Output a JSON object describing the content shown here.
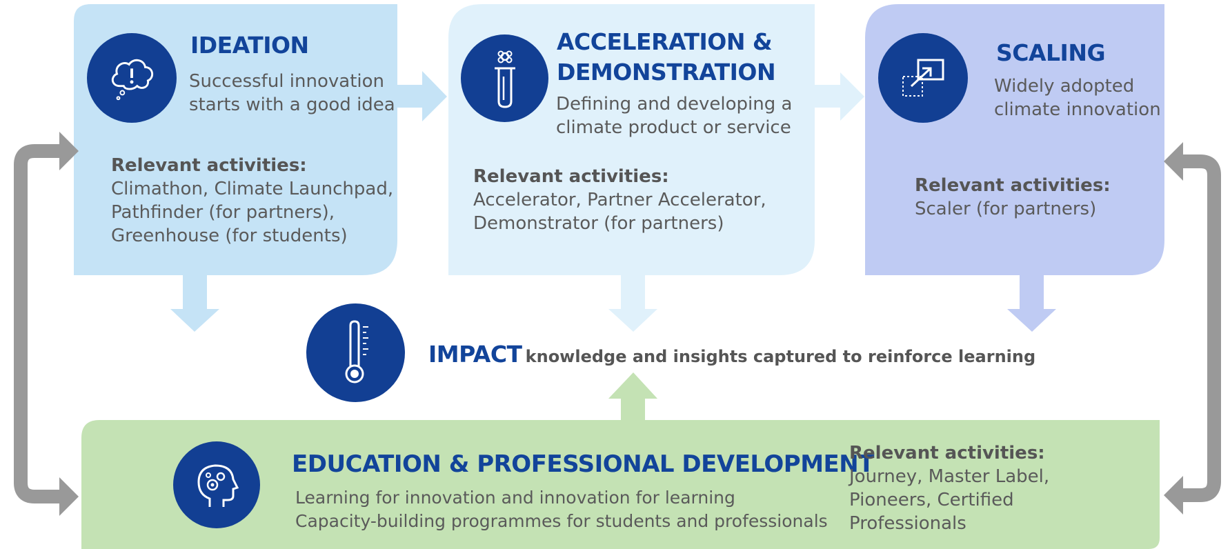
{
  "ideation": {
    "title": "IDEATION",
    "subtitle_1": "Successful innovation",
    "subtitle_2": "starts with a good idea",
    "activities_label": "Relevant activities:",
    "activities": [
      "Climathon, Climate Launchpad,",
      "Pathfinder (for partners),",
      "Greenhouse (for students)"
    ]
  },
  "acceleration": {
    "title_1": "ACCELERATION &",
    "title_2": "DEMONSTRATION",
    "subtitle_1": "Defining and developing a",
    "subtitle_2": "climate product or service",
    "activities_label": "Relevant activities:",
    "activities": [
      "Accelerator, Partner Accelerator,",
      "Demonstrator (for partners)"
    ]
  },
  "scaling": {
    "title": "SCALING",
    "subtitle_1": "Widely adopted",
    "subtitle_2": "climate innovation",
    "activities_label": "Relevant activities:",
    "activities": [
      "Scaler (for partners)"
    ]
  },
  "impact": {
    "title": "IMPACT",
    "text": "knowledge and insights captured to reinforce learning"
  },
  "education": {
    "title": "EDUCATION & PROFESSIONAL DEVELOPMENT",
    "subtitle_1": "Learning for innovation and innovation for learning",
    "subtitle_2": "Capacity-building programmes for students and professionals",
    "activities_label": "Relevant activities:",
    "activities": [
      "Journey, Master Label,",
      "Pioneers, Certified",
      "Professionals"
    ]
  },
  "icons": {
    "ideation": "thought-bubble-icon",
    "acceleration": "test-tube-icon",
    "scaling": "expand-icon",
    "impact": "thermometer-icon",
    "education": "head-gears-icon"
  },
  "colors": {
    "ideation_box": "#c5e3f6",
    "acceleration_box": "#e0f1fb",
    "scaling_box": "#bfcbf3",
    "education_box": "#c4e2b4",
    "icon_circle": "#123f93",
    "title_text": "#12449a",
    "body_text": "#5a5a5a",
    "cycle_arrow": "#999999"
  }
}
